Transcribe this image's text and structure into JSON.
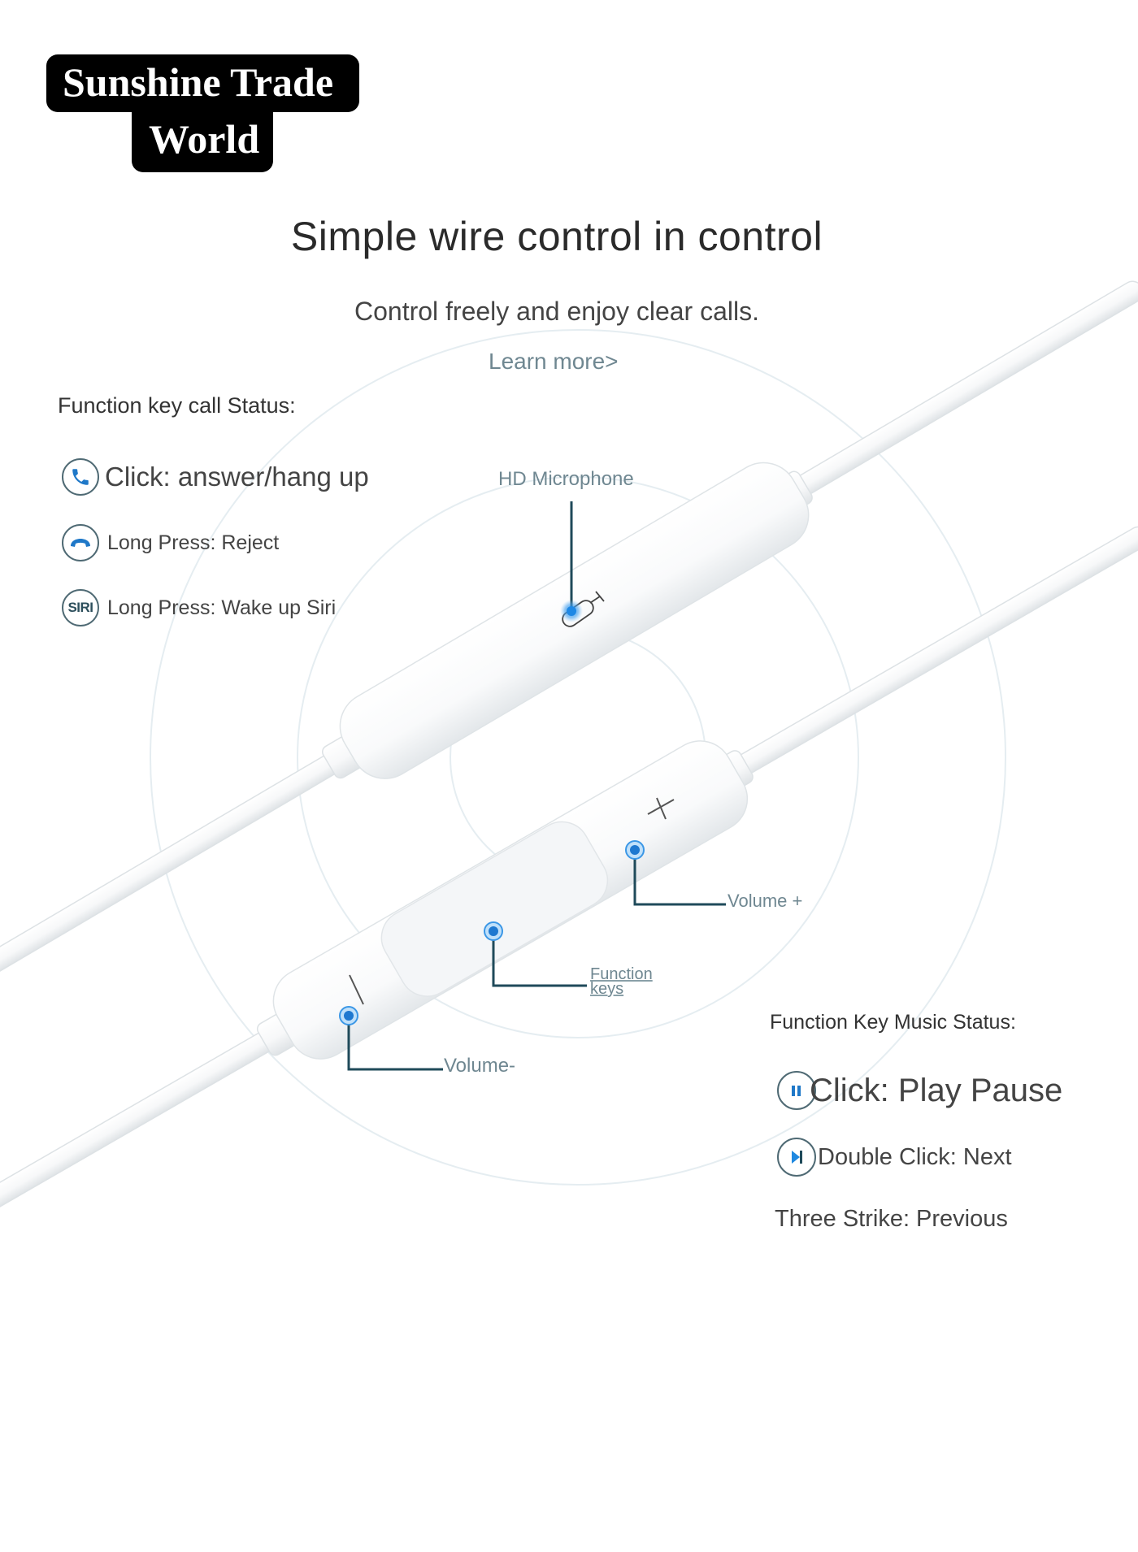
{
  "brand": {
    "line1": "Sunshine Trade",
    "line2": "World"
  },
  "header": {
    "title": "Simple wire control in control",
    "subtitle": "Control freely and enjoy clear calls.",
    "learn_more": "Learn more>"
  },
  "call_status": {
    "heading": "Function key call Status:",
    "items": [
      {
        "icon": "phone-answer-icon",
        "label": "Click: answer/hang up"
      },
      {
        "icon": "phone-hangup-icon",
        "label": "Long Press: Reject"
      },
      {
        "icon": "siri-icon",
        "icon_text": "SIRI",
        "label": "Long Press: Wake up Siri"
      }
    ]
  },
  "callouts": {
    "microphone": "HD Microphone",
    "volume_up": "Volume +",
    "function_keys_line1": "Function",
    "function_keys_line2": "keys",
    "volume_down": "Volume-"
  },
  "music_status": {
    "heading": "Function Key Music Status:",
    "items": [
      {
        "icon": "pause-icon",
        "label": "Click: Play Pause"
      },
      {
        "icon": "next-track-icon",
        "label": "Double Click: Next"
      },
      {
        "icon": "none",
        "label": "Three Strike: Previous"
      }
    ]
  },
  "colors": {
    "accent_blue": "#1e88e5",
    "callout_line": "#1f4a5a",
    "callout_text": "#6f8791",
    "ring": "#e6eef2",
    "logo_bg": "#000000"
  }
}
